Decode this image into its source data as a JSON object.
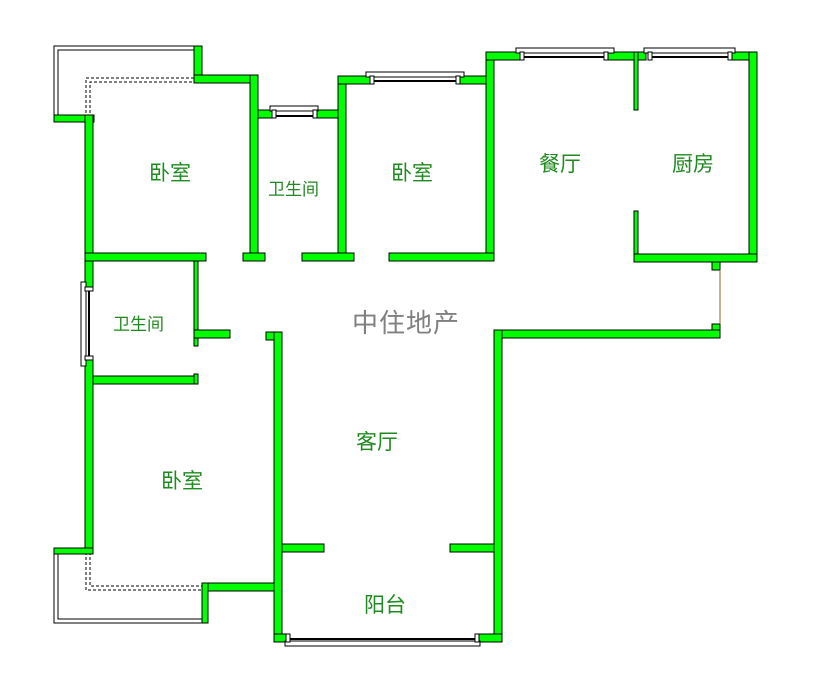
{
  "plan": {
    "brand": "中住地产",
    "wall_color": "#00ff00",
    "label_color": "#1f8a1f",
    "brand_color": "#808080",
    "rooms": [
      {
        "id": "bedroom-nw",
        "label": "卧室"
      },
      {
        "id": "bathroom-north",
        "label": "卫生间"
      },
      {
        "id": "bedroom-north",
        "label": "卧室"
      },
      {
        "id": "dining",
        "label": "餐厅"
      },
      {
        "id": "kitchen",
        "label": "厨房"
      },
      {
        "id": "bathroom-west",
        "label": "卫生间"
      },
      {
        "id": "living",
        "label": "客厅"
      },
      {
        "id": "bedroom-sw",
        "label": "卧室"
      },
      {
        "id": "balcony",
        "label": "阳台"
      }
    ]
  }
}
